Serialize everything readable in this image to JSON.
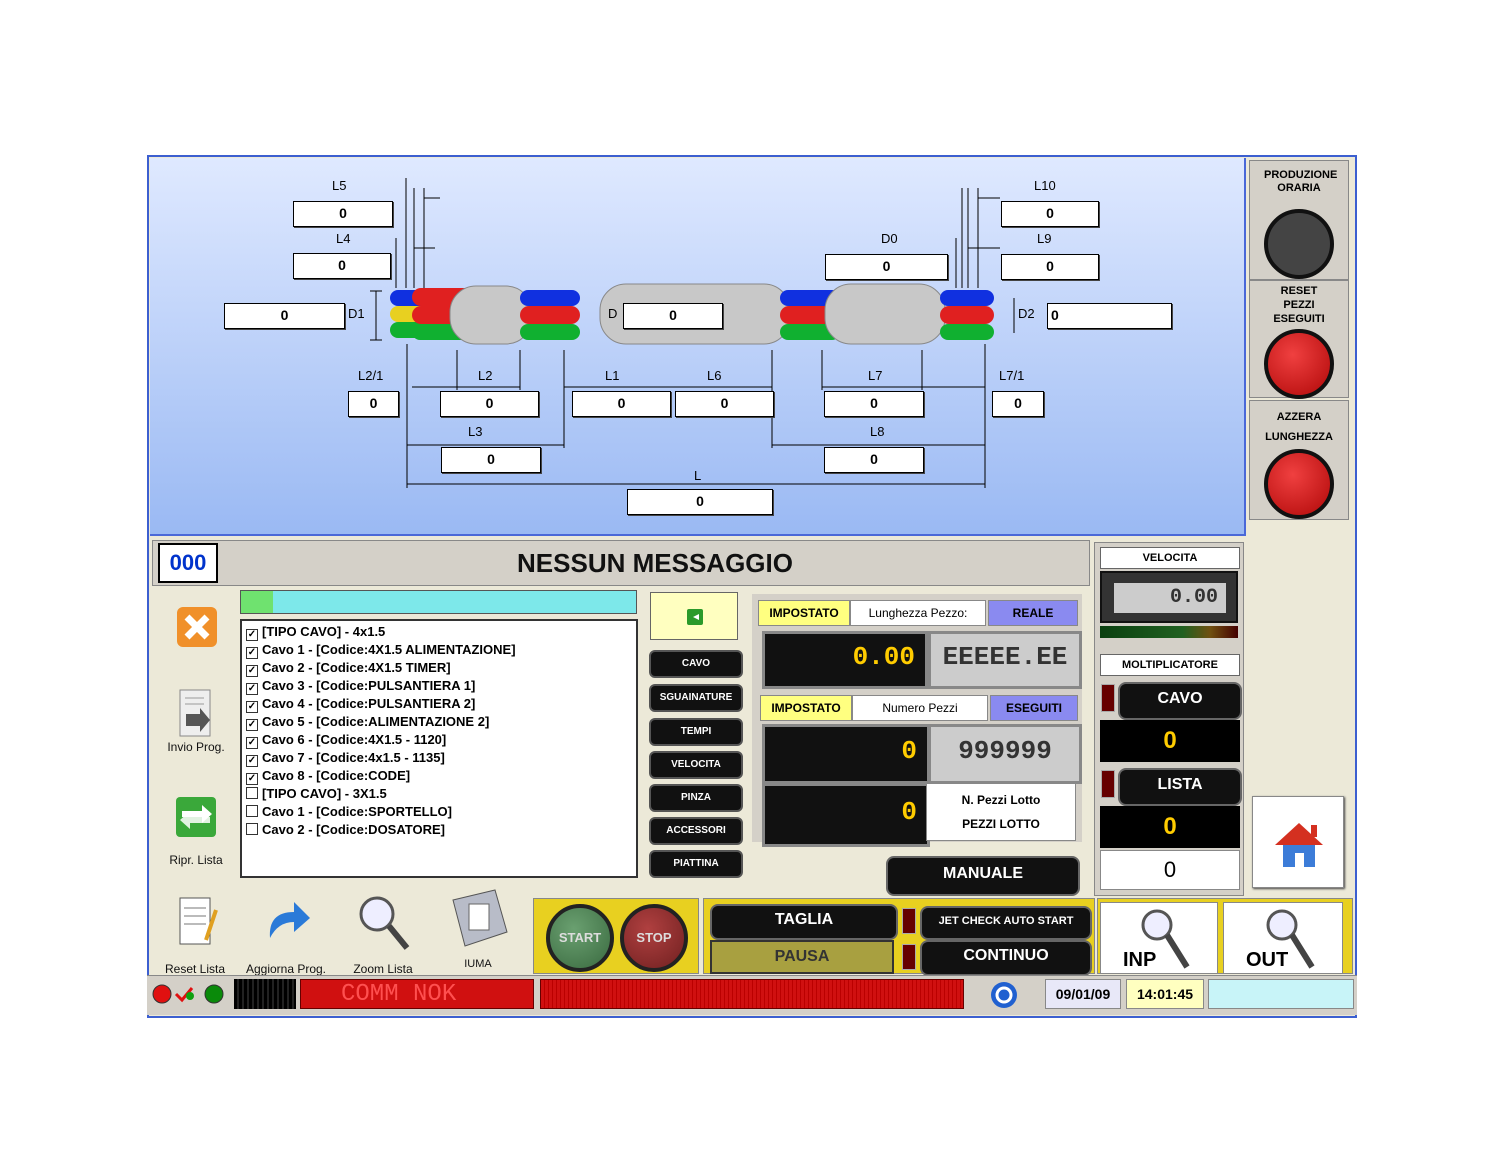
{
  "diagram": {
    "labels": {
      "l5": "L5",
      "l4": "L4",
      "d1": "D1",
      "d": "D",
      "l10": "L10",
      "d0": "D0",
      "l9": "L9",
      "d2": "D2",
      "l2_1": "L2/1",
      "l2": "L2",
      "l1": "L1",
      "l6": "L6",
      "l7": "L7",
      "l7_1": "L7/1",
      "l3": "L3",
      "l8": "L8",
      "l": "L"
    },
    "values": {
      "l5": "0",
      "l4": "0",
      "left_dia": "0",
      "d": "0",
      "l10": "0",
      "d0": "0",
      "l9": "0",
      "right_dia": "0",
      "l2_1": "0",
      "l2": "0",
      "l1": "0",
      "l6": "0",
      "l7": "0",
      "l7_1": "0",
      "l3": "0",
      "l8": "0",
      "l": "0"
    }
  },
  "right_panel": {
    "produzione": "PRODUZIONE ORARIA",
    "reset_pezzi": "RESET PEZZI ESEGUITI",
    "azzera": "AZZERA LUNGHEZZA"
  },
  "message": {
    "code": "000",
    "text": "NESSUN MESSAGGIO"
  },
  "left_tools": {
    "invio": "Invio Prog.",
    "ripr": "Ripr. Lista"
  },
  "progress": {
    "fraction": 0.08
  },
  "cable_list": [
    {
      "checked": true,
      "text": "[TIPO CAVO] -  4x1.5"
    },
    {
      "checked": true,
      "text": "Cavo 1 - [Codice:4X1.5 ALIMENTAZIONE]"
    },
    {
      "checked": true,
      "text": "Cavo 2 - [Codice:4X1.5 TIMER]"
    },
    {
      "checked": true,
      "text": "Cavo 3 - [Codice:PULSANTIERA 1]"
    },
    {
      "checked": true,
      "text": "Cavo 4 - [Codice:PULSANTIERA 2]"
    },
    {
      "checked": true,
      "text": "Cavo 5 - [Codice:ALIMENTAZIONE 2]"
    },
    {
      "checked": true,
      "text": "Cavo 6 - [Codice:4X1.5 - 1120]"
    },
    {
      "checked": true,
      "text": "Cavo 7 - [Codice:4x1.5 - 1135]"
    },
    {
      "checked": true,
      "text": "Cavo 8 - [Codice:CODE]"
    },
    {
      "checked": false,
      "text": "[TIPO CAVO] -  3X1.5"
    },
    {
      "checked": false,
      "text": "Cavo 1 - [Codice:SPORTELLO]"
    },
    {
      "checked": false,
      "text": "Cavo 2 - [Codice:DOSATORE]"
    }
  ],
  "menu": [
    "CAVO",
    "SGUAINATURE",
    "TEMPI",
    "VELOCITA",
    "PINZA",
    "ACCESSORI",
    "PIATTINA"
  ],
  "setup": {
    "impostato1": "IMPOSTATO",
    "lunghezza": "Lunghezza Pezzo:",
    "reale": "REALE",
    "set_length": "0.00",
    "real_length": "EEEEE.EE",
    "impostato2": "IMPOSTATO",
    "numero": "Numero Pezzi",
    "eseguiti": "ESEGUITI",
    "set_pieces": "0",
    "done_pieces": "999999",
    "lot_pieces": "0",
    "lot_label1": "N. Pezzi Lotto",
    "lot_label2": "PEZZI LOTTO"
  },
  "manuale": "MANUALE",
  "velocita": {
    "title": "VELOCITA",
    "value": "0.00"
  },
  "moltiplicatore": {
    "title": "MOLTIPLICATORE",
    "cavo_label": "CAVO",
    "cavo_value": "0",
    "lista_label": "LISTA",
    "lista_value": "0",
    "bottom_value": "0"
  },
  "bottom_tools": {
    "reset": "Reset Lista",
    "aggiorna": "Aggiorna Prog.",
    "zoom": "Zoom Lista",
    "iuma": "IUMA"
  },
  "controls": {
    "start": "START",
    "stop": "STOP",
    "taglia": "TAGLIA",
    "pausa": "PAUSA",
    "jet": "JET CHECK AUTO START",
    "continuo": "CONTINUO",
    "inp": "INP",
    "out": "OUT"
  },
  "status": {
    "comm": "COMM  NOK",
    "date": "09/01/09",
    "time": "14:01:45"
  }
}
